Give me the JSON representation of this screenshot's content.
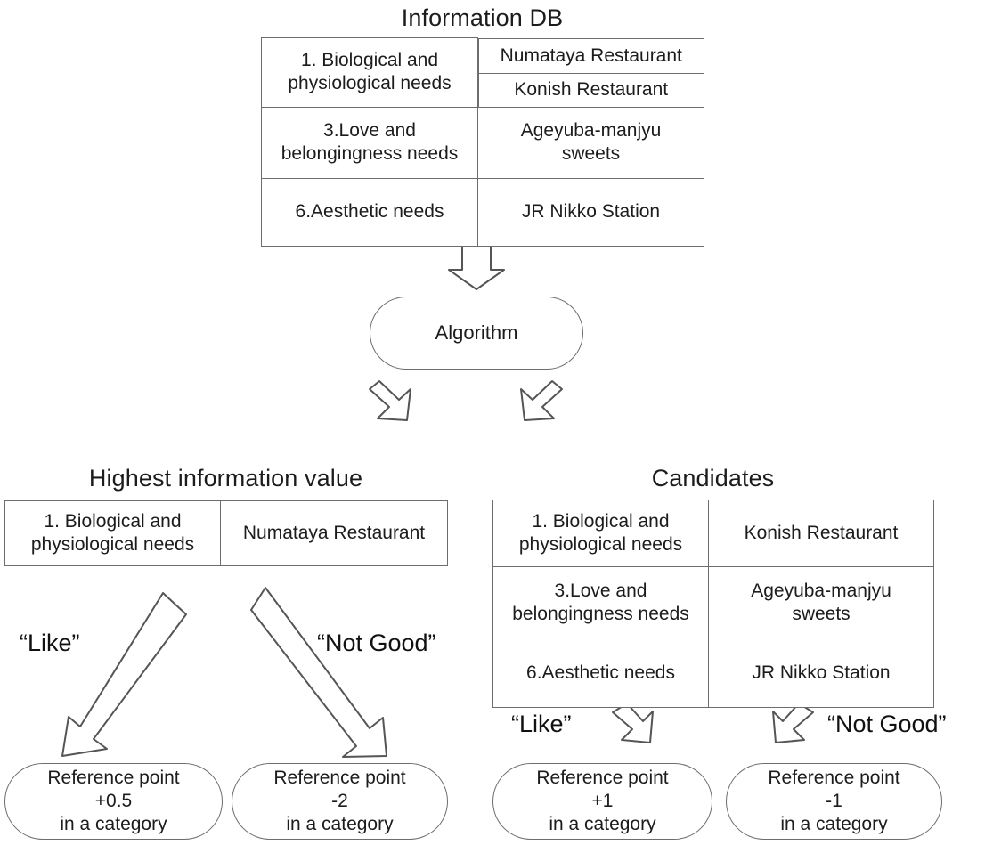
{
  "diagram": {
    "title_top": "Information DB",
    "title_left": "Highest information value",
    "title_right": "Candidates",
    "algorithm_label": "Algorithm",
    "like_label": "“Like”",
    "not_good_label": "“Not Good”"
  },
  "information_db": {
    "title": "Information DB",
    "rows": [
      {
        "need": "1. Biological and\nphysiological needs",
        "items": [
          "Numataya Restaurant",
          "Konish Restaurant"
        ]
      },
      {
        "need": "3.Love and\nbelongingness needs",
        "items": [
          "Ageyuba-manjyu\nsweets"
        ]
      },
      {
        "need": "6.Aesthetic needs",
        "items": [
          "JR Nikko Station"
        ]
      }
    ]
  },
  "highest_information_value": {
    "title": "Highest information value",
    "rows": [
      {
        "need": "1. Biological and\nphysiological needs",
        "item": "Numataya Restaurant"
      }
    ],
    "branches": [
      {
        "label": "“Like”",
        "outcome": "Reference point\n+0.5\nin a category"
      },
      {
        "label": "“Not Good”",
        "outcome": "Reference point\n-2\nin a category"
      }
    ]
  },
  "candidates": {
    "title": "Candidates",
    "rows": [
      {
        "need": "1. Biological and\nphysiological needs",
        "item": "Konish Restaurant"
      },
      {
        "need": "3.Love and\nbelongingness needs",
        "item": "Ageyuba-manjyu\nsweets"
      },
      {
        "need": "6.Aesthetic needs",
        "item": "JR Nikko Station"
      }
    ],
    "branches": [
      {
        "label": "“Like”",
        "outcome": "Reference point\n+1\nin a category"
      },
      {
        "label": "“Not Good”",
        "outcome": "Reference point\n-1\nin a category"
      }
    ]
  },
  "colors": {
    "stroke": "#6d6d6d",
    "arrow_stroke": "#555555",
    "text": "#1c1c1c",
    "background": "#ffffff"
  }
}
